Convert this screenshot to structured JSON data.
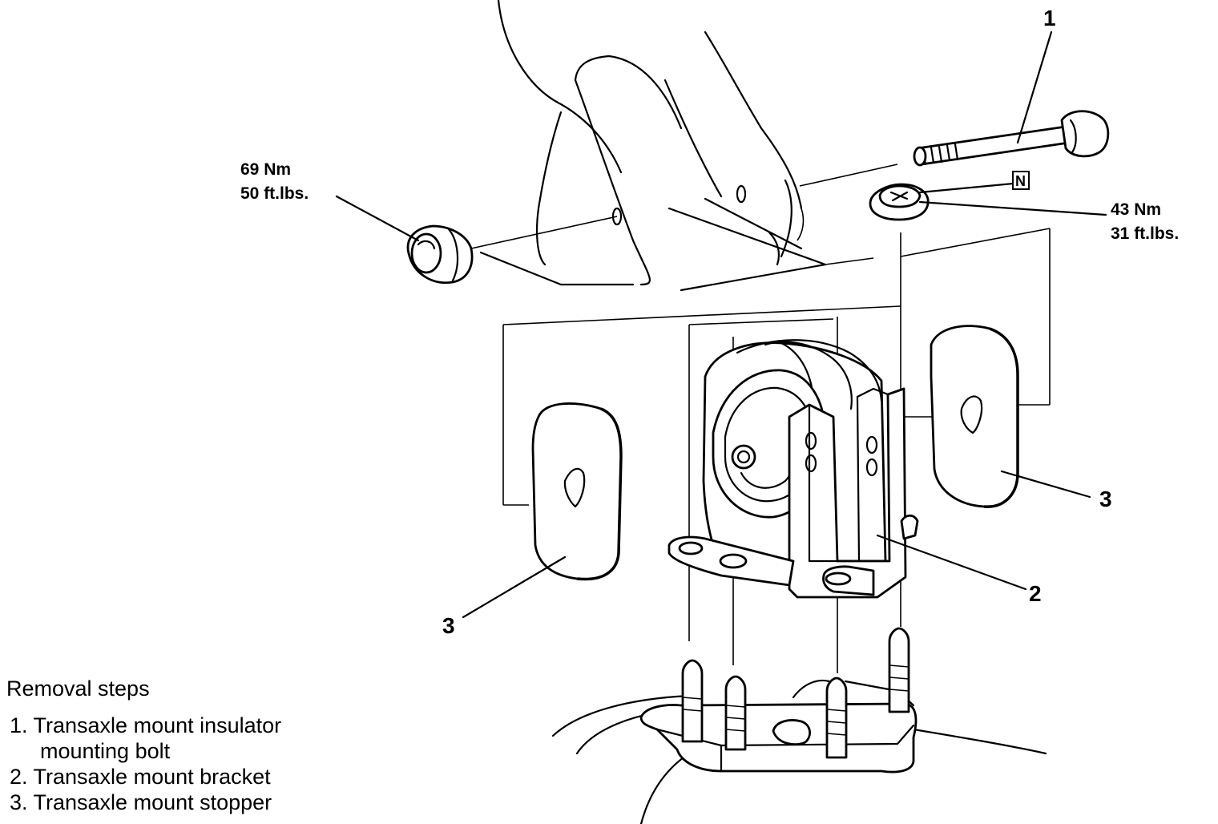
{
  "callouts": {
    "c1": "1",
    "c2": "2",
    "c3_left": "3",
    "c3_right": "3",
    "nut_symbol": "N"
  },
  "torque_left": {
    "nm": "69 Nm",
    "ftlbs": "50 ft.lbs."
  },
  "torque_right": {
    "nm": "43 Nm",
    "ftlbs": "31 ft.lbs."
  },
  "steps": {
    "title": "Removal steps",
    "items": [
      "1. Transaxle mount insulator",
      "mounting bolt",
      "2. Transaxle mount bracket",
      "3. Transaxle mount stopper"
    ]
  }
}
